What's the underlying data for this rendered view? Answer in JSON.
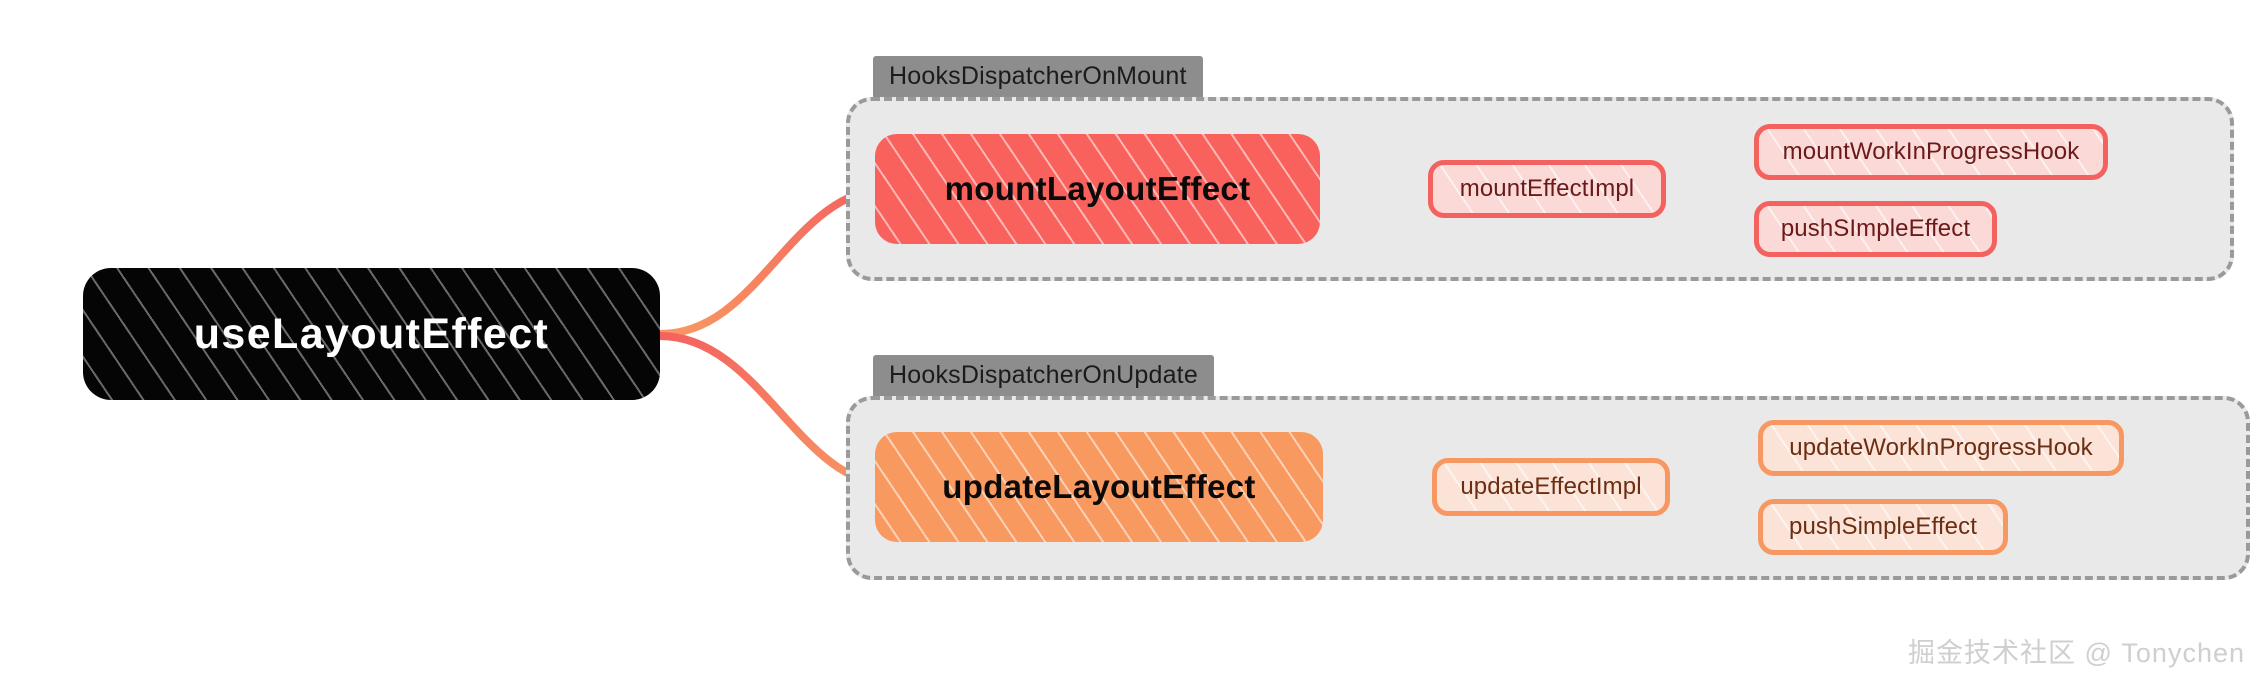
{
  "diagram": {
    "type": "mindmap-flow",
    "root": {
      "label": "useLayoutEffect",
      "fill": "#050505",
      "text_color": "#ffffff"
    },
    "branches": [
      {
        "id": "mount",
        "group_label": "HooksDispatcherOnMount",
        "accent": "#F4625F",
        "node_fill": "#F9615D",
        "leaf_fill": "#FBD9D7",
        "leaf_text": "#6B1A1A",
        "primary": {
          "label": "mountLayoutEffect"
        },
        "impl": {
          "label": "mountEffectImpl"
        },
        "leaves": [
          {
            "label": "mountWorkInProgressHook"
          },
          {
            "label": "pushSImpleEffect"
          }
        ]
      },
      {
        "id": "update",
        "group_label": "HooksDispatcherOnUpdate",
        "accent": "#F79862",
        "node_fill": "#F89A60",
        "leaf_fill": "#FBE3D8",
        "leaf_text": "#6B2E12",
        "primary": {
          "label": "updateLayoutEffect"
        },
        "impl": {
          "label": "updateEffectImpl"
        },
        "leaves": [
          {
            "label": "updateWorkInProgressHook"
          },
          {
            "label": "pushSimpleEffect"
          }
        ]
      }
    ],
    "group_container": {
      "fill": "#e9e9e9",
      "border_color": "#9a9a9a",
      "tab_fill": "#8d8d8d"
    },
    "watermark": "掘金技术社区 @ Tonychen"
  }
}
